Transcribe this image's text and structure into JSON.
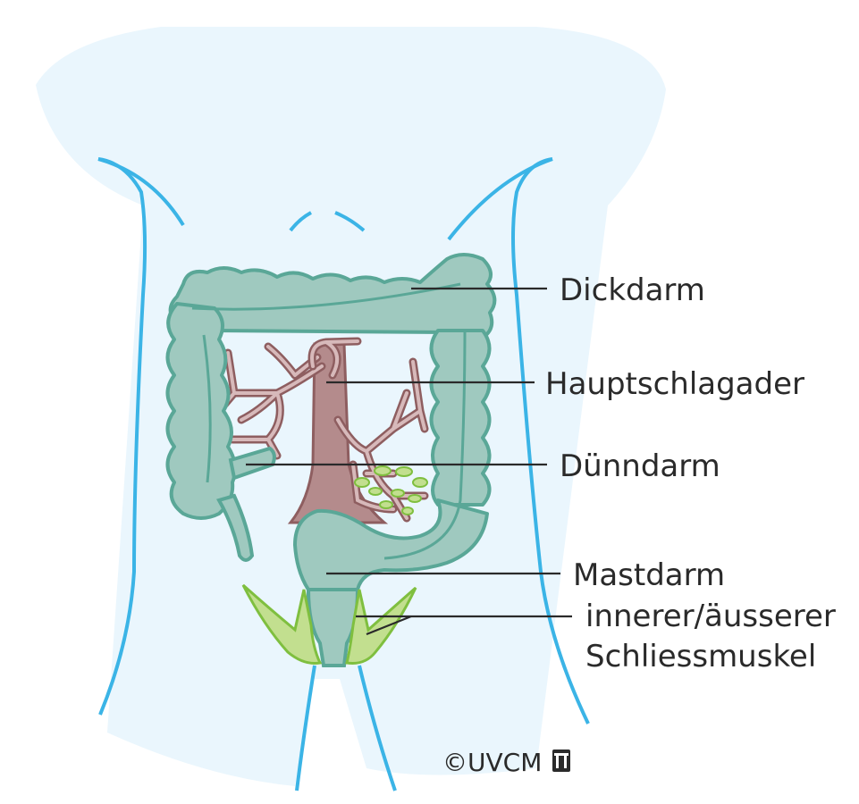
{
  "labels": {
    "colon": "Dickdarm",
    "aorta": "Hauptschlagader",
    "small_intestine": "Dünndarm",
    "rectum": "Mastdarm",
    "sphincter_line1": "innerer/äusserer",
    "sphincter_line2": "Schliessmuskel"
  },
  "copyright": "©UVCM",
  "colors": {
    "body_fill": "#eaf6fd",
    "body_outline": "#3bb4e6",
    "colon_fill": "#9fc9bf",
    "colon_stroke": "#5aa797",
    "artery_fill": "#b48b8c",
    "artery_stroke": "#8e5e60",
    "muscle_fill": "#c2df8f",
    "muscle_stroke": "#7fbf3f",
    "leader": "#2a2a2a"
  },
  "icons": [
    "uvcm-logo-icon"
  ]
}
